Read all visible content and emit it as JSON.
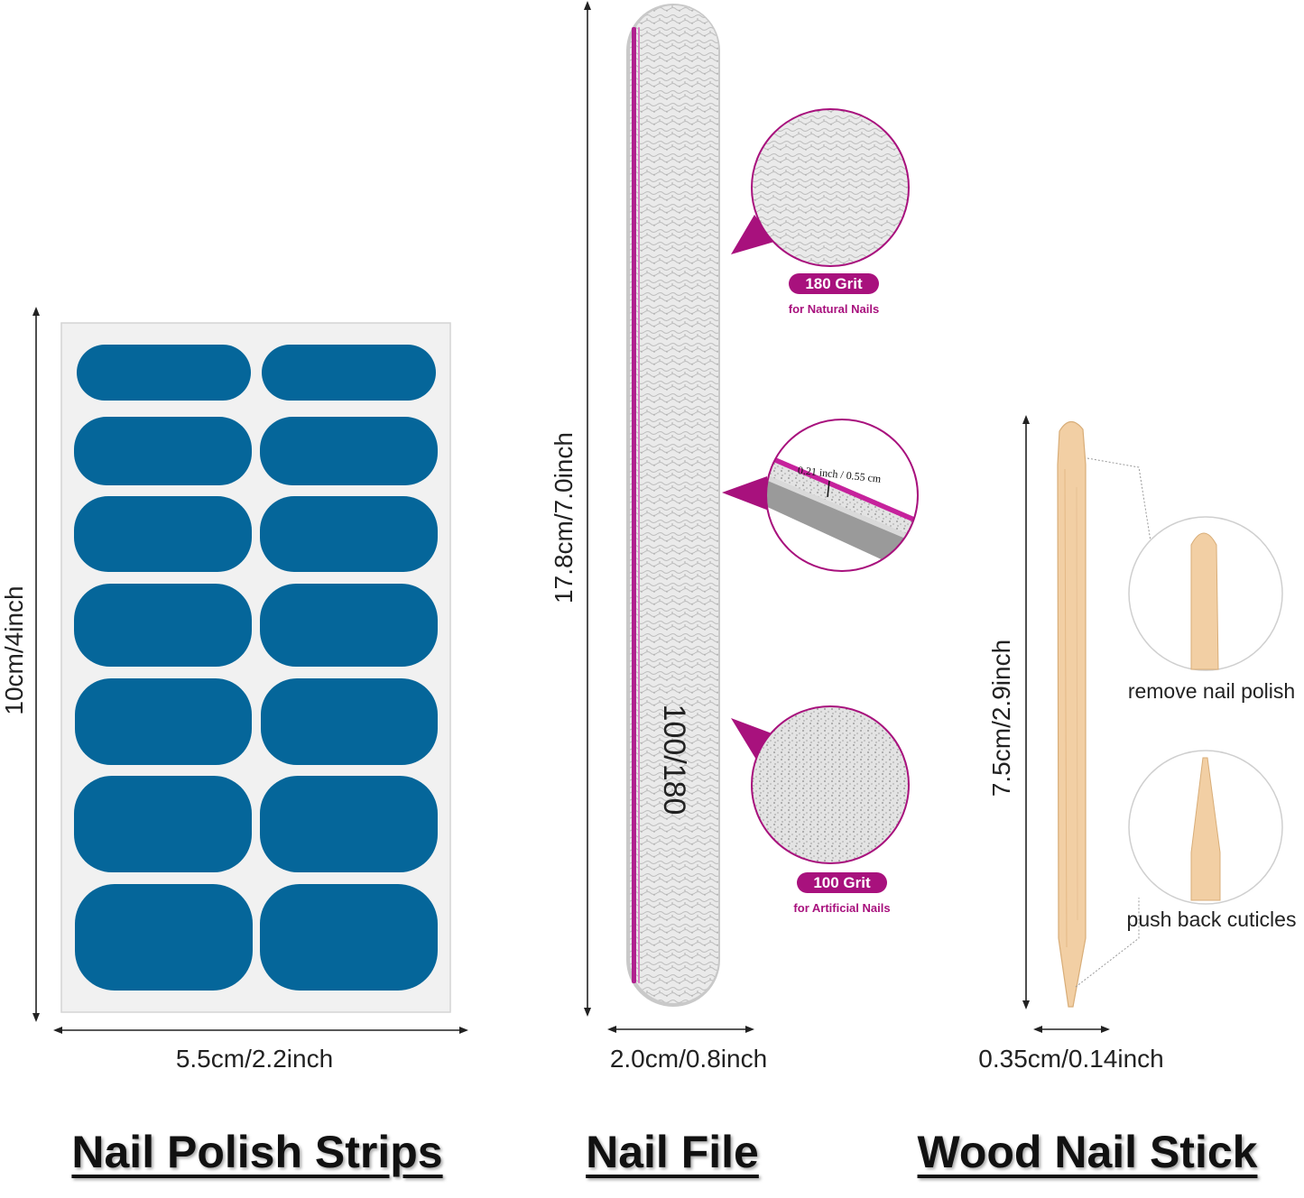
{
  "colors": {
    "strip_blue": "#05669a",
    "accent_magenta": "#a8117d",
    "wood": "#f2cfa4"
  },
  "nail_strips": {
    "title": "Nail Polish Strips",
    "height_label": "10cm/4inch",
    "width_label": "5.5cm/2.2inch"
  },
  "nail_file": {
    "title": "Nail File",
    "height_label": "17.8cm/7.0inch",
    "width_label": "2.0cm/0.8inch",
    "printed_text": "100/180",
    "grit_fine": {
      "label": "180 Grit",
      "use": "for Natural Nails"
    },
    "grit_coarse": {
      "label": "100 Grit",
      "use": "for Artificial Nails"
    },
    "thickness_label": "0.21 inch / 0.55 cm"
  },
  "wood_stick": {
    "title": "Wood Nail Stick",
    "height_label": "7.5cm/2.9inch",
    "width_label": "0.35cm/0.14inch",
    "blunt_end_use": "remove nail polish",
    "sharp_end_use": "push back cuticles"
  }
}
